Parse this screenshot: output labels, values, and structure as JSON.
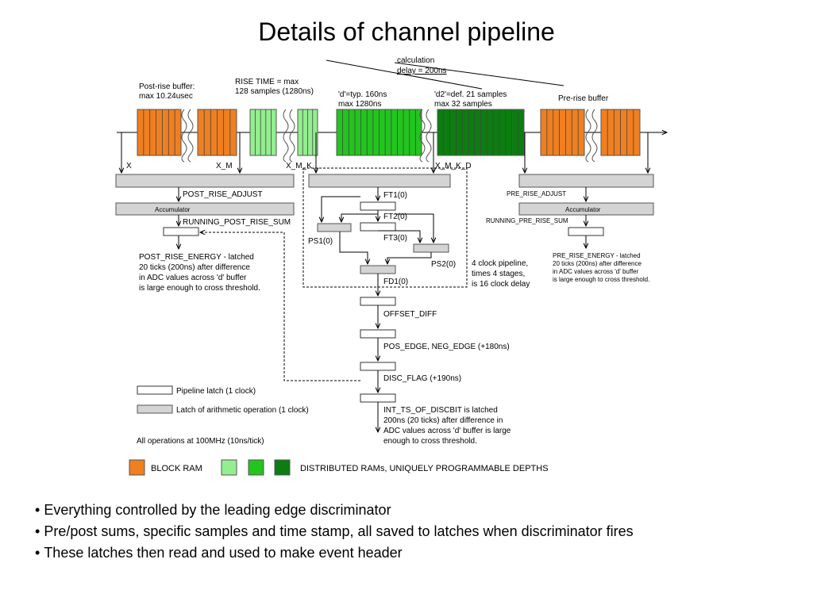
{
  "title": "Details of channel pipeline",
  "colors": {
    "block_ram": "#f07f20",
    "dist_light": "#93ee8f",
    "dist_mid": "#22c51e",
    "dist_dark": "#0c7d10",
    "grey_box": "#d4d4d4"
  },
  "labels": {
    "calc_delay_1": "calculation",
    "calc_delay_2": "delay = 200ns",
    "post_rise_buffer_1": "Post-rise buffer:",
    "post_rise_buffer_2": "max 10.24usec",
    "rise_time_1": "RISE TIME = max",
    "rise_time_2": "128 samples (1280ns)",
    "d_1": "'d'=typ. 160ns",
    "d_2": "max 1280ns",
    "d2_1": "'d2'=def. 21 samples",
    "d2_2": "max 32 samples",
    "pre_rise_buffer": "Pre-rise buffer",
    "x": "X",
    "x_m": "X_M",
    "x_m_k": "X_M_K",
    "x_m_k_d": "X_M_K_D",
    "post_rise_adjust": "POST_RISE_ADJUST",
    "pre_rise_adjust": "PRE_RISE_ADJUST",
    "accumulator_left": "Accumulator",
    "accumulator_right": "Accumulator",
    "running_post": "RUNNING_POST_RISE_SUM",
    "running_pre": "RUNNING_PRE_RISE_SUM",
    "post_energy_1": "POST_RISE_ENERGY - latched",
    "post_energy_2": "20 ticks (200ns) after difference",
    "post_energy_3": "in ADC values across 'd' buffer",
    "post_energy_4": "is large enough to cross threshold.",
    "pre_energy_1": "PRE_RISE_ENERGY - latched",
    "pre_energy_2": "20 ticks (200ns) after difference",
    "pre_energy_3": "in ADC values across 'd' buffer",
    "pre_energy_4": "is large enough to cross threshold.",
    "ft1": "FT1(0)",
    "ft2": "FT2(0)",
    "ft3": "FT3(0)",
    "ps1": "PS1(0)",
    "ps2": "PS2(0)",
    "fd1": "FD1(0)",
    "pipeline_1": "4 clock pipeline,",
    "pipeline_2": "times 4 stages,",
    "pipeline_3": "is 16 clock delay",
    "offset_diff": "OFFSET_DIFF",
    "pos_neg_edge": "POS_EDGE, NEG_EDGE (+180ns)",
    "disc_flag": "DISC_FLAG (+190ns)",
    "int_ts_1": "INT_TS_OF_DISCBIT is latched",
    "int_ts_2": "200ns (20 ticks) after difference in",
    "int_ts_3": "ADC values across 'd' buffer is large",
    "int_ts_4": "enough to cross threshold.",
    "legend_latch": "Pipeline latch (1 clock)",
    "legend_arith": "Latch of arithmetic operation (1 clock)",
    "all_ops": "All operations at 100MHz (10ns/tick)",
    "legend_block_ram": "BLOCK RAM",
    "legend_distributed": "DISTRIBUTED RAMs, UNIQUELY PROGRAMMABLE DEPTHS"
  },
  "bullets": [
    "Everything controlled by the leading edge discriminator",
    "Pre/post sums, specific samples and time stamp, all saved to latches when discriminator fires",
    "These latches then read and used to make event header"
  ]
}
